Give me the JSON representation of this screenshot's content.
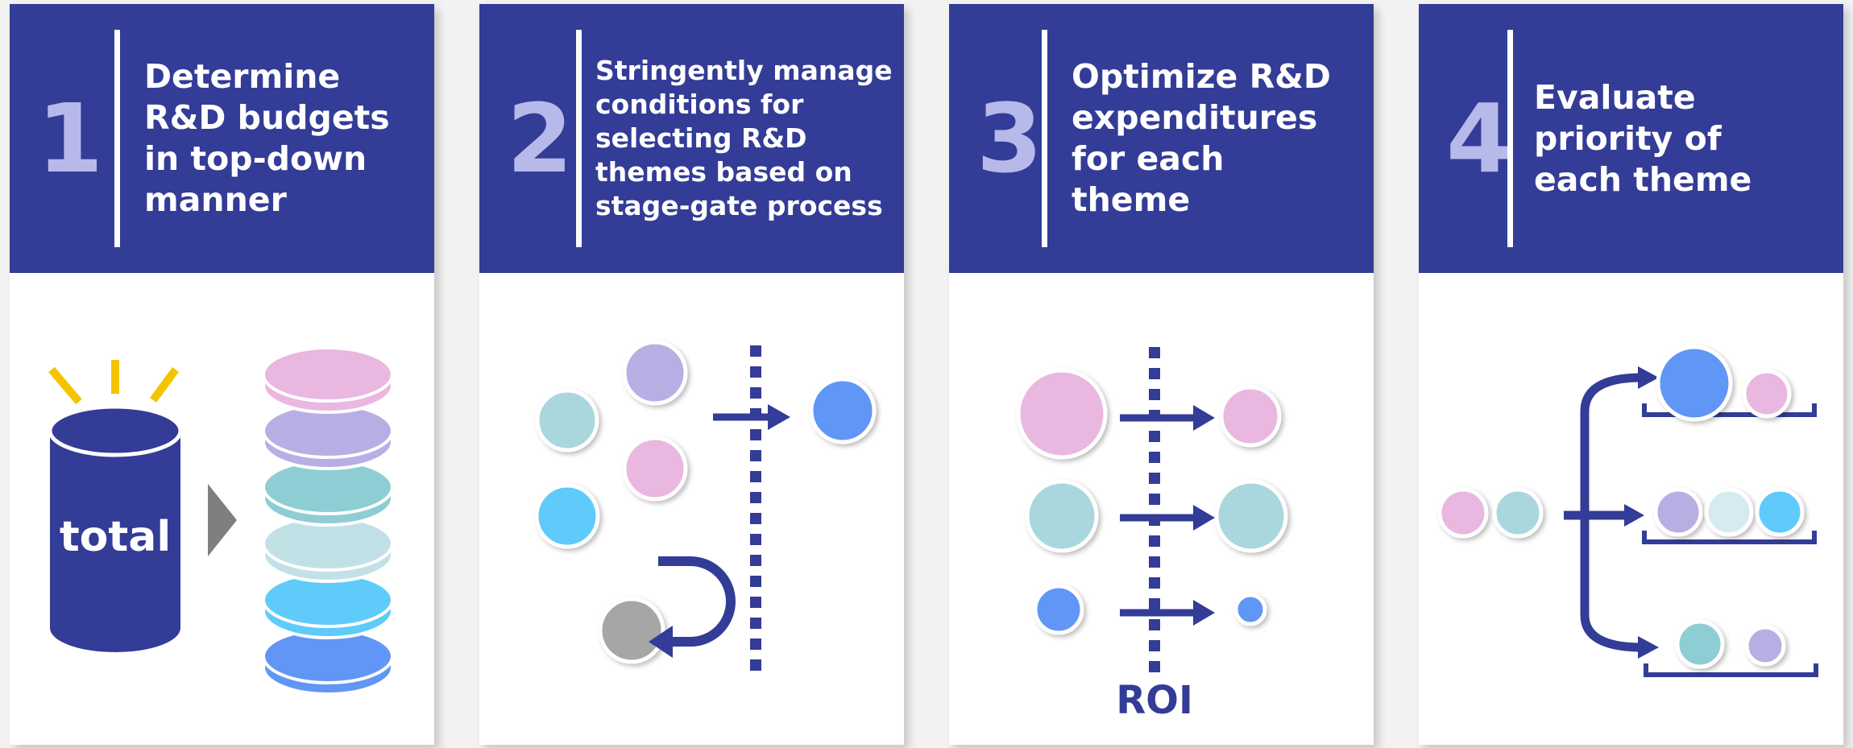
{
  "steps": [
    {
      "number": "1",
      "title": "Determine R&D budgets in top-down manner"
    },
    {
      "number": "2",
      "title": "Stringently manage conditions for selecting R&D themes based on stage-gate process"
    },
    {
      "number": "3",
      "title": "Optimize R&D expenditures for each theme"
    },
    {
      "number": "4",
      "title": "Evaluate priority of each theme"
    }
  ],
  "labels": {
    "total": "total",
    "roi": "ROI"
  },
  "colors": {
    "navy": "#333c96",
    "number": "#b7b9ea",
    "pink": "#eab7e1",
    "lavender": "#b9aee4",
    "teal": "#8ecdd3",
    "light_teal": "#c2e1e6",
    "sky": "#5ecbfa",
    "blue": "#6196f6",
    "gray": "#a6a6a6",
    "yellow": "#f5c400"
  }
}
